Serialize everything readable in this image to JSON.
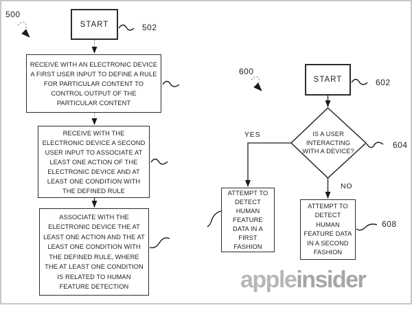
{
  "figure": {
    "left_chart": {
      "ref": "500",
      "start_label": "START",
      "start_ref": "502",
      "step1": "RECEIVE WITH AN ELECTRONIC DEVICE\nA FIRST USER INPUT TO DEFINE A RULE\nFOR PARTICULAR CONTENT TO\nCONTROL OUTPUT OF THE\nPARTICULAR CONTENT",
      "step2": "RECEIVE WITH THE\nELECTRONIC DEVICE A SECOND\nUSER INPUT TO ASSOCIATE AT\nLEAST ONE ACTION OF THE\nELECTRONIC DEVICE AND AT\nLEAST ONE CONDITION WITH\nTHE DEFINED RULE",
      "step3": "ASSOCIATE WITH THE\nELECTRONIC DEVICE THE AT\nLEAST ONE ACTION AND THE AT\nLEAST ONE CONDITION WITH\nTHE DEFINED RULE, WHERE\nTHE AT LEAST ONE CONDITION\nIS RELATED TO HUMAN\nFEATURE DETECTION"
    },
    "right_chart": {
      "ref": "600",
      "start_label": "START",
      "start_ref": "602",
      "decision_text": "IS A USER\nINTERACTING\nWITH A DEVICE?",
      "decision_ref": "604",
      "yes_label": "YES",
      "no_label": "NO",
      "yes_box_text": "ATTEMPT TO\nDETECT\nHUMAN\nFEATURE\nDATA IN A\nFIRST\nFASHION",
      "no_box_text": "ATTEMPT TO\nDETECT\nHUMAN\nFEATURE DATA\nIN A SECOND\nFASHION",
      "no_box_ref": "608"
    },
    "watermark": {
      "part1": "apple",
      "part2": "insider"
    },
    "colors": {
      "line": "#1a1a1a",
      "frame_border": "#c7c7c7",
      "watermark_light": "#b7b7b7",
      "watermark_dark": "#a6a6a6"
    }
  }
}
